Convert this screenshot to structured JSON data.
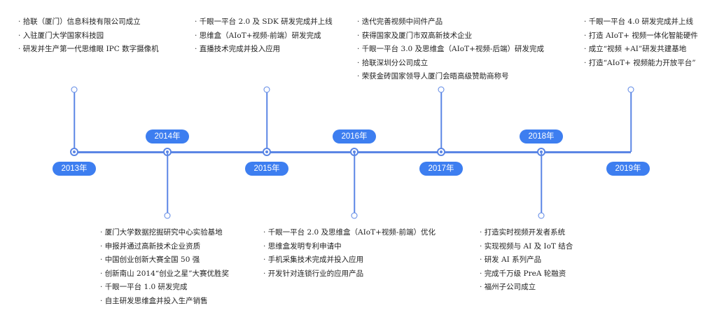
{
  "milestones": [
    {
      "year": "2013年",
      "position": "top",
      "items": [
        "拾联（厦门）信息科技有限公司成立",
        "入驻厦门大学国家科技园",
        "研发并生产第一代思维眼 IPC 数字摄像机"
      ]
    },
    {
      "year": "2014年",
      "position": "bottom",
      "items": [
        "厦门大学数据挖掘研究中心实验基地",
        "申报并通过高新技术企业资质",
        "中国创业创新大赛全国 50 强",
        "创新南山 2014“创业之星”大赛优胜奖",
        "千眼一平台 1.0 研发完成",
        "自主研发思维盒并投入生产销售"
      ]
    },
    {
      "year": "2015年",
      "position": "top",
      "items": [
        "千眼一平台 2.0 及 SDK 研发完成并上线",
        "思维盒（AIoT+视频-前端）研发完成",
        "直播技术完成并投入应用"
      ]
    },
    {
      "year": "2016年",
      "position": "bottom",
      "items": [
        "千眼一平台 2.0 及思维盒（AIoT+视频-前端）优化",
        "思维盒发明专利申请中",
        "手机采集技术完成并投入应用",
        "开发针对连锁行业的应用产品"
      ]
    },
    {
      "year": "2017年",
      "position": "top",
      "items": [
        "迭代完善视频中间件产品",
        "获得国家及厦门市双高新技术企业",
        "千眼一平台 3.0 及思维盒（AIoT+视频-后端）研发完成",
        "拾联深圳分公司成立",
        "荣获金砖国家领导人厦门会晤高级赞助商称号"
      ]
    },
    {
      "year": "2018年",
      "position": "bottom",
      "items": [
        "打造实时视频开发者系统",
        "实现视频与 AI 及 IoT 结合",
        "研发 AI 系列产品",
        "完成千万级 PreA 轮融资",
        "福州子公司成立"
      ]
    },
    {
      "year": "2019年",
      "position": "top",
      "items": [
        "千眼一平台 4.0 研发完成并上线",
        "打造 AIoT+ 视频一体化智能硬件",
        "成立“视频 +AI”研发共建基地",
        "打造“AIoT+ 视频能力开放平台”"
      ]
    }
  ],
  "colors": {
    "accent": "#3d7ef0",
    "line": "#5b86e5"
  }
}
